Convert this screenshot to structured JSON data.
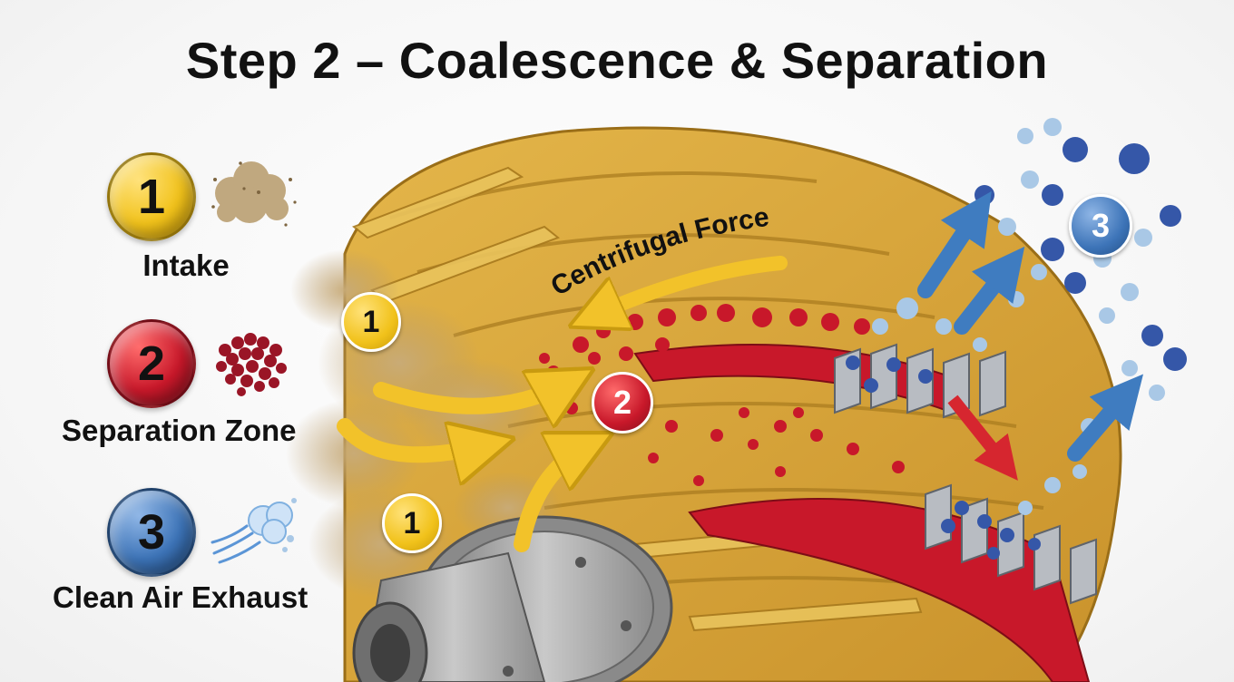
{
  "title": "Step 2 – Coalescence & Separation",
  "legend": [
    {
      "number": "1",
      "label": "Intake",
      "color": "#f1c21b",
      "icon": "dust-cloud-icon"
    },
    {
      "number": "2",
      "label": "Separation Zone",
      "color": "#c8182a",
      "icon": "droplet-cluster-icon"
    },
    {
      "number": "3",
      "label": "Clean Air Exhaust",
      "color": "#3d74b8",
      "icon": "air-puff-icon"
    }
  ],
  "diagram": {
    "force_label": "Centrifugal Force",
    "markers": [
      "1",
      "1",
      "2",
      "3"
    ]
  },
  "colors": {
    "housing": "#d9a73b",
    "housing_dark": "#a87a1e",
    "separation": "#c8182a",
    "droplet_blue": "#3557a8",
    "droplet_light": "#a9c8e6",
    "arrow_yellow": "#f2c22a",
    "arrow_blue": "#3f7cc0",
    "dust": "#b79a6a",
    "motor": "#9a9a9a"
  }
}
